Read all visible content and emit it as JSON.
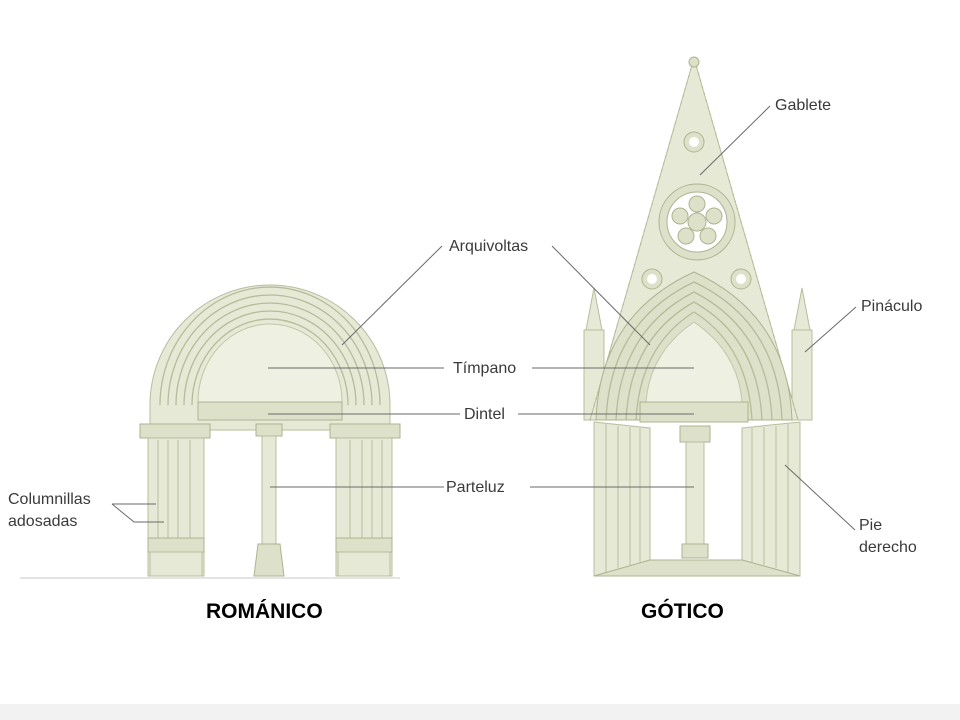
{
  "labels": {
    "gablete": "Gablete",
    "arquivoltas": "Arquivoltas",
    "pinaculo": "Pináculo",
    "timpano": "Tímpano",
    "dintel": "Dintel",
    "parteluz": "Parteluz",
    "columnillas_1": "Columnillas",
    "columnillas_2": "adosadas",
    "pie_1": "Pie",
    "pie_2": "derecho"
  },
  "captions": {
    "romanico": "ROMÁNICO",
    "gotico": "GÓTICO"
  },
  "colors": {
    "stone": "#e6e9d6",
    "stone_shadow": "#dde1c9",
    "outline": "#b8bd9c",
    "leader_line": "#6a6a6a",
    "label_text": "#3a3a3a"
  }
}
